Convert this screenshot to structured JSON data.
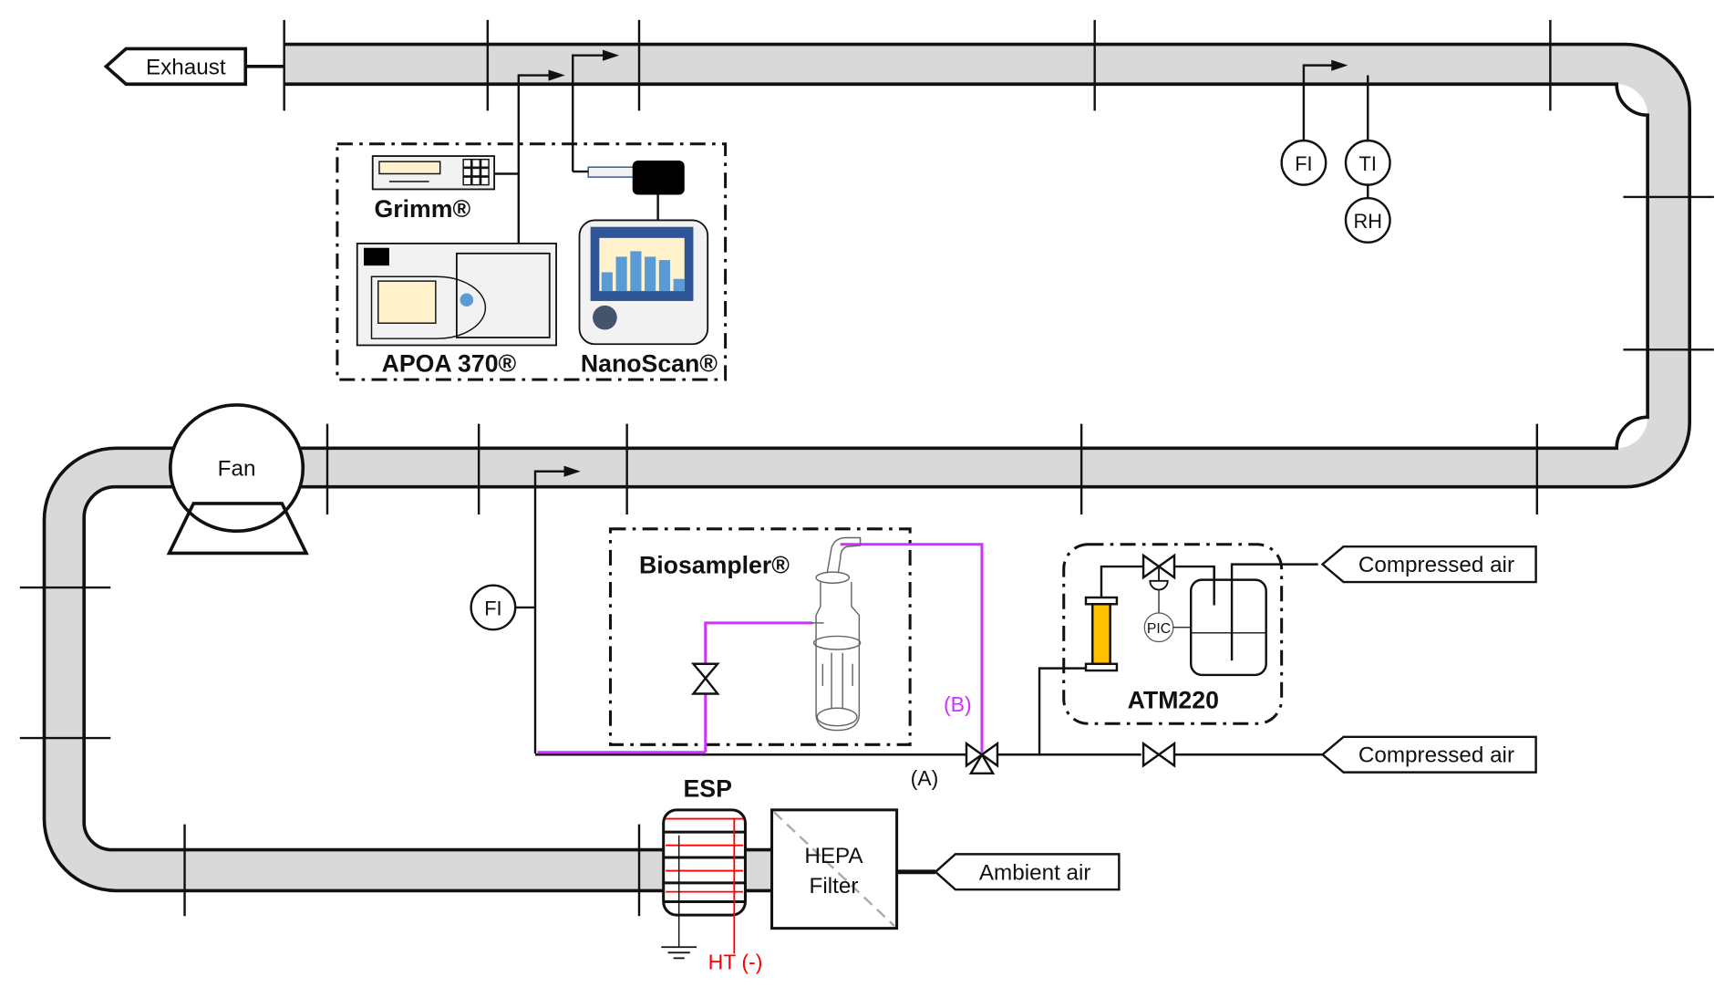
{
  "diagram": {
    "type": "process-flow-diagram",
    "colors": {
      "pipe": "#d9d9d9",
      "line": "#111111",
      "sample_line_b": "#cc33ff",
      "high_tension": "#ff0000",
      "screen_frame": "#2f5597",
      "screen_bg": "#fff2cc",
      "screen_bars": "#5b9bd5",
      "filter_column": "#ffc000",
      "knob": "#44546a"
    },
    "terminals": {
      "exhaust": "Exhaust",
      "compressed_air_top": "Compressed air",
      "compressed_air_bottom": "Compressed air",
      "ambient_air": "Ambient air"
    },
    "equipment": {
      "fan": "Fan",
      "esp": "ESP",
      "hepa_line1": "HEPA",
      "hepa_line2": "Filter",
      "ht": "HT (-)"
    },
    "instruments": {
      "fi_top": "FI",
      "ti": "TI",
      "rh": "RH",
      "fi_bottom": "FI",
      "pic": "PIC"
    },
    "groups": {
      "grimm": "Grimm®",
      "apoa": "APOA 370®",
      "nanoscan": "NanoScan®",
      "biosampler": "Biosampler®",
      "atm": "ATM220"
    },
    "line_labels": {
      "a": "(A)",
      "b": "(B)"
    }
  }
}
